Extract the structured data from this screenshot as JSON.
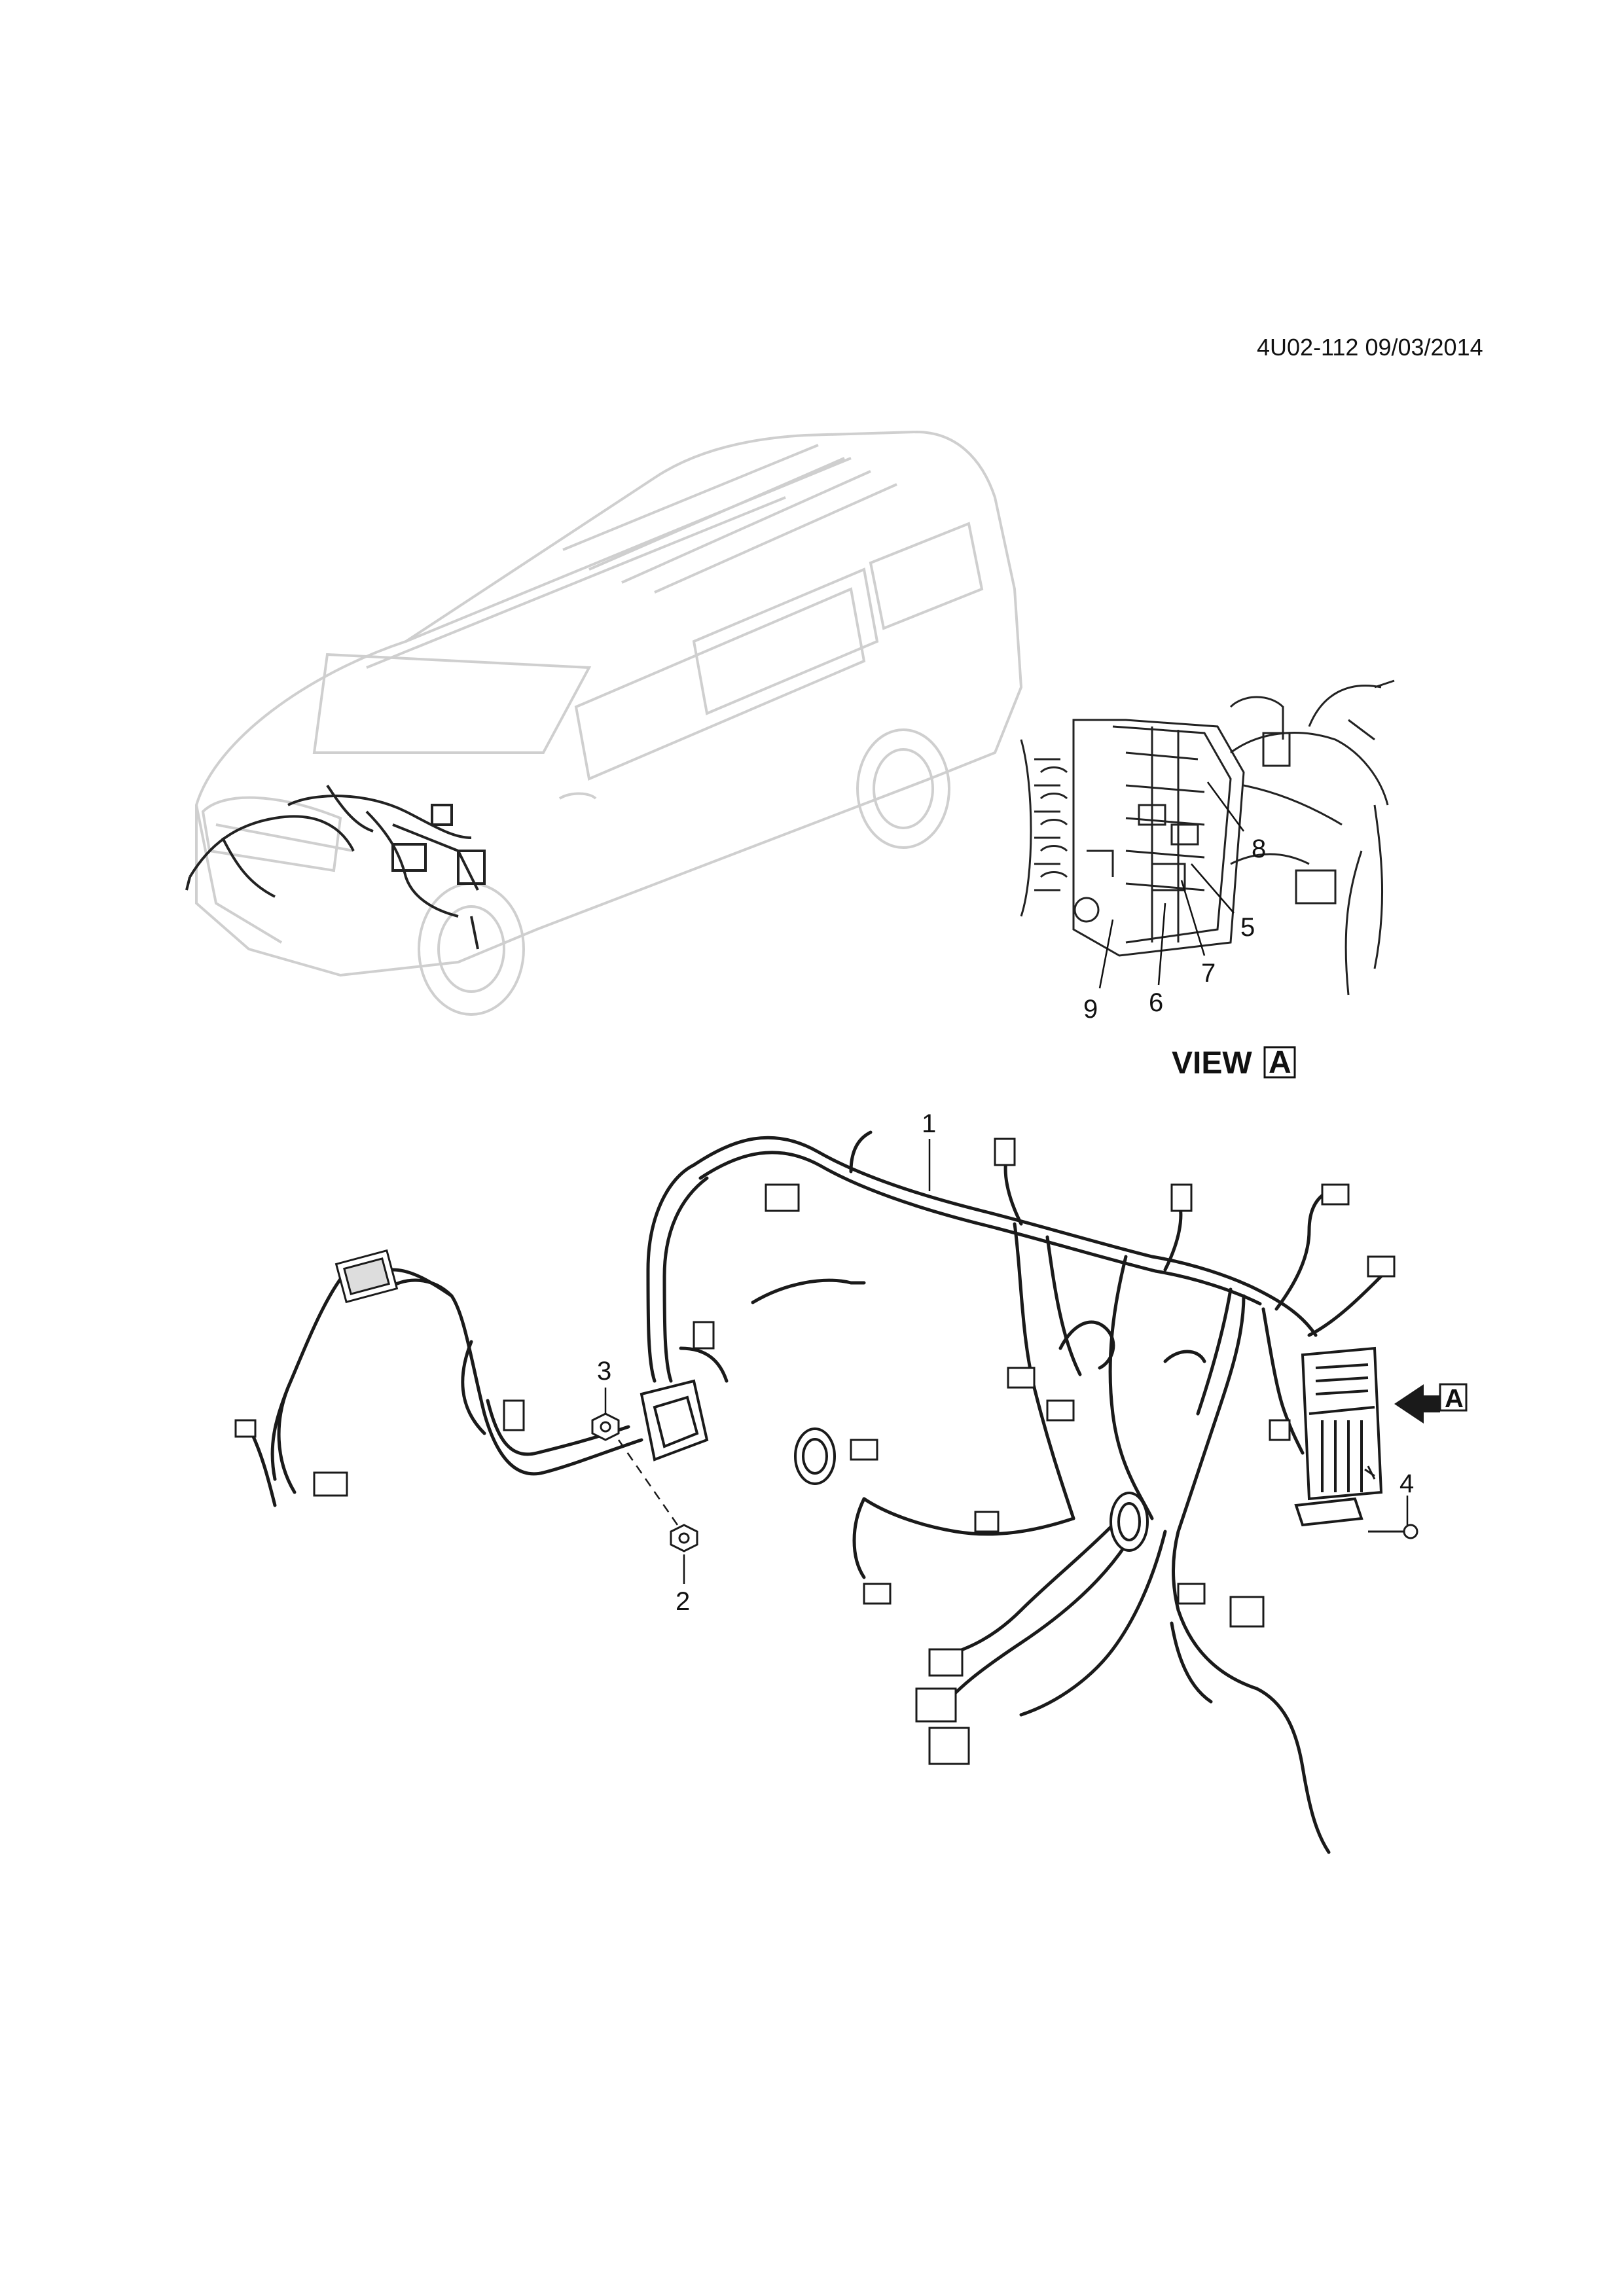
{
  "header": {
    "reference": "4U02-112 09/03/2014"
  },
  "view": {
    "label": "VIEW",
    "letter": "A"
  },
  "arrow_marker": {
    "letter": "A"
  },
  "callouts": {
    "main": [
      "1",
      "2",
      "3",
      "4"
    ],
    "view_a": [
      "5",
      "6",
      "7",
      "8",
      "9"
    ]
  }
}
